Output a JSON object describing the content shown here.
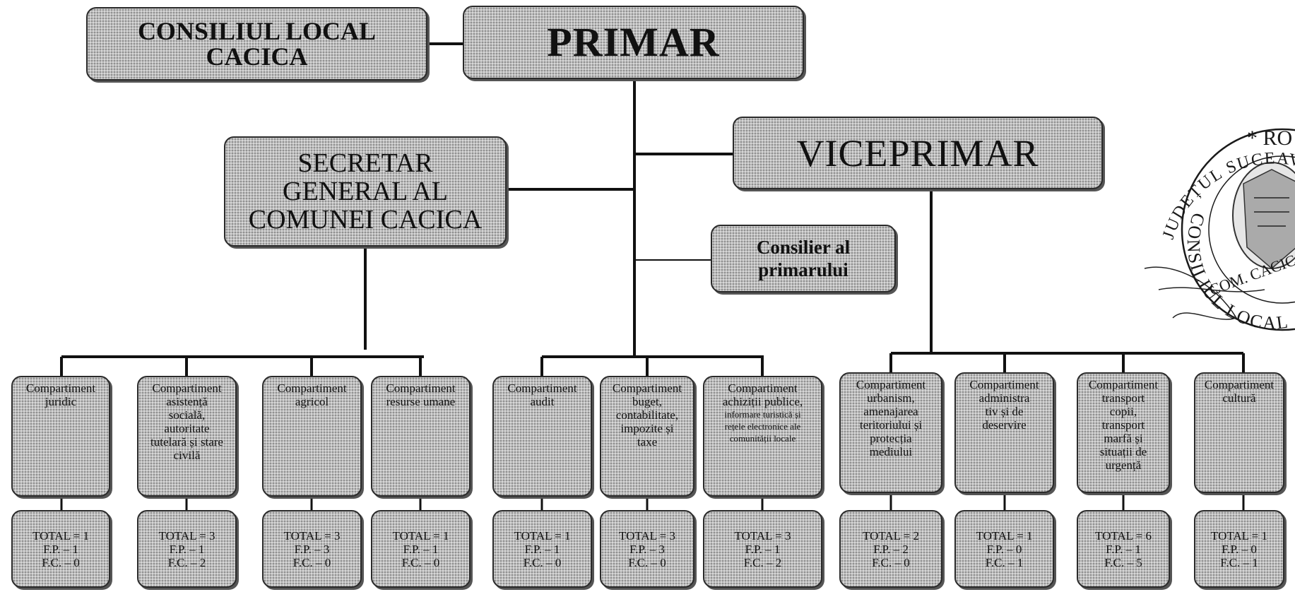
{
  "boxes": {
    "consiliul": "CONSILIUL LOCAL\nCACICA",
    "primar": "PRIMAR",
    "secretar": "SECRETAR\nGENERAL AL\nCOMUNEI CACICA",
    "viceprimar": "VICEPRIMAR",
    "consilier": "Consilier al\nprimarului"
  },
  "compartments": [
    {
      "title": "Compartiment\njuridic",
      "total": "TOTAL = 1\nF.P. – 1\nF.C. – 0"
    },
    {
      "title": "Compartiment\nasistență\nsocială,\nautoritate\ntutelară și stare\ncivilă",
      "total": "TOTAL = 3\nF.P. – 1\nF.C. – 2"
    },
    {
      "title": "Compartiment\nagricol",
      "total": "TOTAL = 3\nF.P. – 3\nF.C. – 0"
    },
    {
      "title": "Compartiment\nresurse umane",
      "total": "TOTAL = 1\nF.P. – 1\nF.C. – 0"
    },
    {
      "title": "Compartiment\naudit",
      "total": "TOTAL = 1\nF.P. – 1\nF.C. – 0"
    },
    {
      "title": "Compartiment\nbuget,\ncontabilitate,\nimpozite și\ntaxe",
      "total": "TOTAL = 3\nF.P. – 3\nF.C. – 0"
    },
    {
      "title": "Compartiment\nachiziții publice,",
      "subtitle": "informare turistică și\nrețele electronice ale\ncomunității locale",
      "total": "TOTAL = 3\nF.P. – 1\nF.C. – 2"
    },
    {
      "title": "Compartiment\nurbanism,\namenajarea\nteritoriului și\nprotecția\nmediului",
      "total": "TOTAL = 2\nF.P. – 2\nF.C. – 0"
    },
    {
      "title": "Compartiment\nadministra\ntiv și de\ndeservire",
      "total": "TOTAL = 1\nF.P. – 0\nF.C. – 1"
    },
    {
      "title": "Compartiment\ntransport\ncopii,\ntransport\nmarfă și\nsituații de\nurgență",
      "total": "TOTAL = 6\nF.P. – 1\nF.C. – 5"
    },
    {
      "title": "Compartiment\ncultură",
      "total": "TOTAL = 1\nF.P. – 0\nF.C. – 1"
    }
  ],
  "seal": {
    "arc_top": "JUDEȚUL SUCEAVA",
    "arc_outer": "* RO",
    "arc_bottom": "CONSILIUL LOCAL",
    "arc_comuna": "COM. CACICA"
  }
}
